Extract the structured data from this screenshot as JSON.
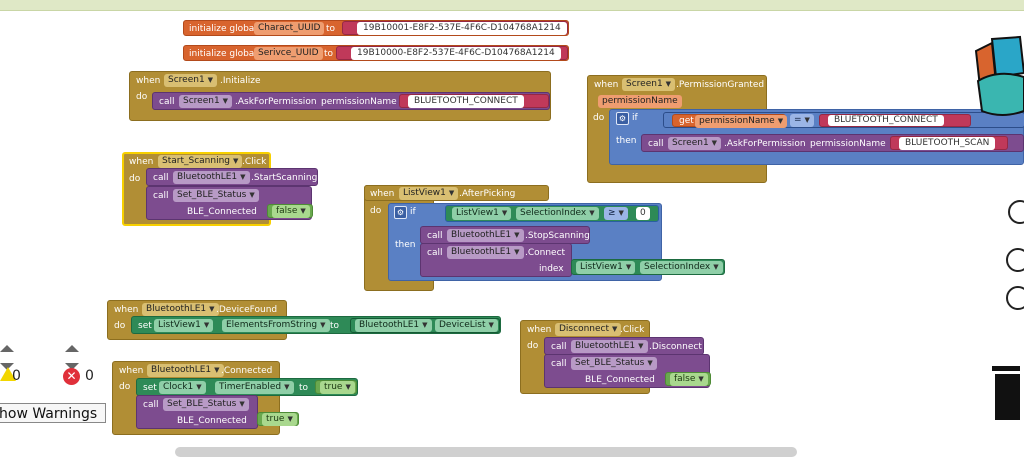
{
  "globals": [
    {
      "kw": "initialize global",
      "name": "Charact_UUID",
      "to": "to",
      "value": "19B10001-E8F2-537E-4F6C-D104768A1214"
    },
    {
      "kw": "initialize global",
      "name": "Serivce_UUID",
      "to": "to",
      "value": "19B10000-E8F2-537E-4F6C-D104768A1214"
    }
  ],
  "kw": {
    "when": "when",
    "do": "do",
    "call": "call",
    "set": "set",
    "to": "to",
    "if": "if",
    "then": "then",
    "get": "get",
    "index": "index",
    "eq": "=",
    "ge": "≥"
  },
  "screen_init": {
    "component": "Screen1",
    "event": ".Initialize",
    "method": ".AskForPermission",
    "param": "permissionName",
    "value": "BLUETOOTH_CONNECT"
  },
  "permission_granted": {
    "component": "Screen1",
    "event": ".PermissionGranted",
    "param": "permissionName",
    "get_var": "permissionName",
    "compare": "BLUETOOTH_CONNECT",
    "method": ".AskForPermission",
    "call_param": "permissionName",
    "value": "BLUETOOTH_SCAN"
  },
  "start_scanning": {
    "component": "Start_Scanning",
    "event": ".Click",
    "ble": "BluetoothLE1",
    "method": ".StartScanning",
    "proc": "Set_BLE_Status",
    "arg": "BLE_Connected",
    "value": "false"
  },
  "after_picking": {
    "component": "ListView1",
    "event": ".AfterPicking",
    "prop_comp": "ListView1",
    "prop": "SelectionIndex",
    "num": "0",
    "ble": "BluetoothLE1",
    "stop": ".StopScanning",
    "connect": ".Connect",
    "index_comp": "ListView1",
    "index_prop": "SelectionIndex"
  },
  "device_found": {
    "component": "BluetoothLE1",
    "event": ".DeviceFound",
    "set_comp": "ListView1",
    "set_prop": "ElementsFromString",
    "src_comp": "BluetoothLE1",
    "src_prop": "DeviceList"
  },
  "disconnect": {
    "component": "Disconnect",
    "event": ".Click",
    "ble": "BluetoothLE1",
    "method": ".Disconnect",
    "proc": "Set_BLE_Status",
    "arg": "BLE_Connected",
    "value": "false"
  },
  "connected": {
    "component": "BluetoothLE1",
    "event": ".Connected",
    "set_comp": "Clock1",
    "set_prop": "TimerEnabled",
    "value": "true",
    "proc": "Set_BLE_Status",
    "arg": "BLE_Connected",
    "arg_value": "true"
  },
  "warnings": {
    "warning_count": "0",
    "error_count": "0",
    "toggle_label": "how Warnings"
  },
  "colors": {
    "event": "#b18e35",
    "call": "#7d4c8f",
    "text": "#c0395a",
    "logic": "#5a80c4",
    "setter": "#2e8a57",
    "boolean": "#6aa84f"
  }
}
